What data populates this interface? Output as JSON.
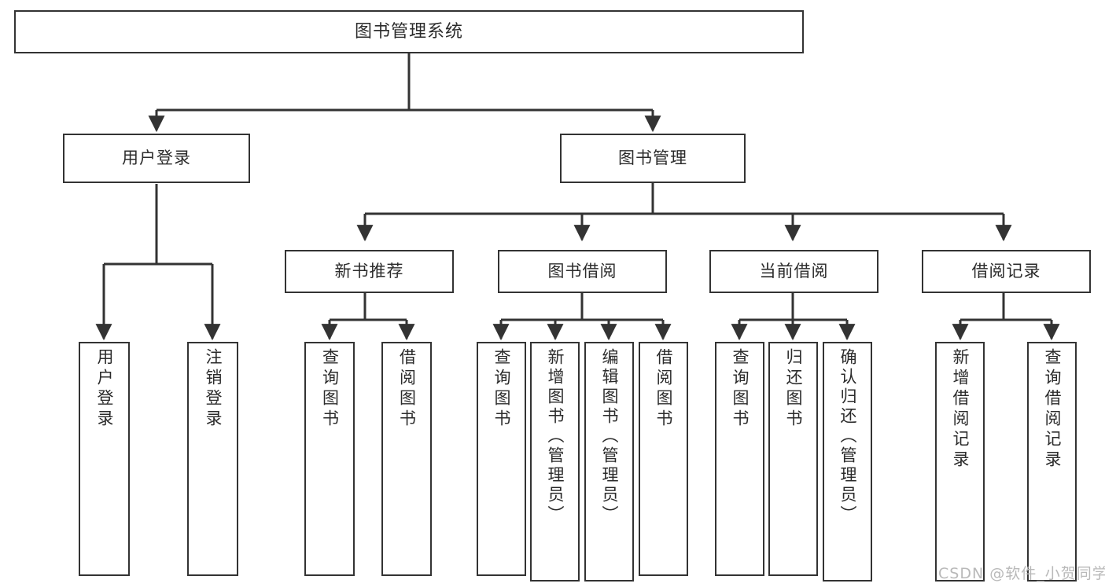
{
  "diagram": {
    "type": "tree-hierarchy-chart",
    "title": "图书管理系统",
    "theme": {
      "background": "#ffffff",
      "box_border": "#333333",
      "box_fill": "#ffffff",
      "text": "#2b2b2b",
      "connector": "#333333",
      "watermark_color": "#b9b9b9"
    },
    "nodes": {
      "root": {
        "label": "图书管理系统",
        "level": 1
      },
      "user_login": {
        "label": "用户登录",
        "level": 2
      },
      "book_mgmt": {
        "label": "图书管理",
        "level": 2
      },
      "new_book_rec": {
        "label": "新书推荐",
        "level": 3
      },
      "book_borrow": {
        "label": "图书借阅",
        "level": 3
      },
      "current_borrow": {
        "label": "当前借阅",
        "level": 3
      },
      "borrow_record": {
        "label": "借阅记录",
        "level": 3
      },
      "leaf_user_login": {
        "label": "用户登录",
        "level": 4
      },
      "leaf_logout": {
        "label": "注销登录",
        "level": 4
      },
      "leaf_query_book_1": {
        "label": "查询图书",
        "level": 4
      },
      "leaf_borrow_book_1": {
        "label": "借阅图书",
        "level": 4
      },
      "leaf_query_book_2": {
        "label": "查询图书",
        "level": 4
      },
      "leaf_add_book": {
        "label": "新增图书（管理员）",
        "level": 4
      },
      "leaf_edit_book": {
        "label": "编辑图书（管理员）",
        "level": 4
      },
      "leaf_borrow_book_2": {
        "label": "借阅图书",
        "level": 4
      },
      "leaf_query_book_3": {
        "label": "查询图书",
        "level": 4
      },
      "leaf_return_book": {
        "label": "归还图书",
        "level": 4
      },
      "leaf_confirm_return": {
        "label": "确认归还（管理员）",
        "level": 4
      },
      "leaf_add_record": {
        "label": "新增借阅记录",
        "level": 4
      },
      "leaf_query_record": {
        "label": "查询借阅记录",
        "level": 4
      }
    },
    "edges": [
      {
        "from": "root",
        "to": "user_login"
      },
      {
        "from": "root",
        "to": "book_mgmt"
      },
      {
        "from": "user_login",
        "to": "leaf_user_login"
      },
      {
        "from": "user_login",
        "to": "leaf_logout"
      },
      {
        "from": "book_mgmt",
        "to": "new_book_rec"
      },
      {
        "from": "book_mgmt",
        "to": "book_borrow"
      },
      {
        "from": "book_mgmt",
        "to": "current_borrow"
      },
      {
        "from": "book_mgmt",
        "to": "borrow_record"
      },
      {
        "from": "new_book_rec",
        "to": "leaf_query_book_1"
      },
      {
        "from": "new_book_rec",
        "to": "leaf_borrow_book_1"
      },
      {
        "from": "book_borrow",
        "to": "leaf_query_book_2"
      },
      {
        "from": "book_borrow",
        "to": "leaf_add_book"
      },
      {
        "from": "book_borrow",
        "to": "leaf_edit_book"
      },
      {
        "from": "book_borrow",
        "to": "leaf_borrow_book_2"
      },
      {
        "from": "current_borrow",
        "to": "leaf_query_book_3"
      },
      {
        "from": "current_borrow",
        "to": "leaf_return_book"
      },
      {
        "from": "current_borrow",
        "to": "leaf_confirm_return"
      },
      {
        "from": "borrow_record",
        "to": "leaf_add_record"
      },
      {
        "from": "borrow_record",
        "to": "leaf_query_record"
      }
    ]
  },
  "watermark": {
    "text": "CSDN @软件_小贺同学"
  }
}
